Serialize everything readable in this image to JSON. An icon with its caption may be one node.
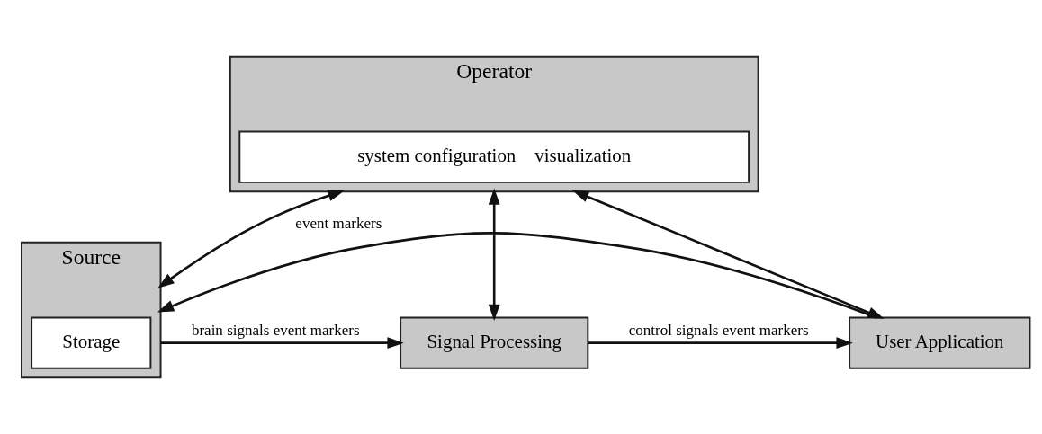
{
  "diagram": {
    "nodes": [
      {
        "text": [
          "Operator"
        ]
      },
      {
        "text": [
          "system configuration",
          "visualization"
        ],
        "in": 0
      },
      {
        "text": [
          "Source"
        ]
      },
      {
        "text": [
          "Storage"
        ],
        "in": 2
      },
      {
        "text": [
          "Signal Processing"
        ]
      },
      {
        "text": [
          "User Application"
        ]
      }
    ],
    "edges": [
      {
        "from": 0,
        "to": 2,
        "arrow": "both"
      },
      {
        "from": 0,
        "to": 4,
        "arrow": "both"
      },
      {
        "from": 0,
        "to": 5,
        "arrow": "both"
      },
      {
        "from": 2,
        "to": 4,
        "arrow": "to",
        "label": "brain signals event markers"
      },
      {
        "from": 4,
        "to": 5,
        "arrow": "to",
        "label": "control signals event markers"
      },
      {
        "from": 5,
        "to": 2,
        "arrow": "to",
        "label": "event markers"
      }
    ]
  }
}
